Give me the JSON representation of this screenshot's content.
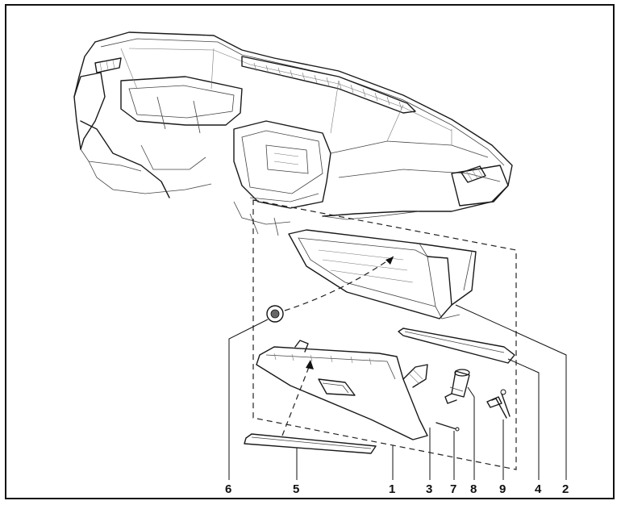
{
  "callouts": [
    {
      "id": "6",
      "label": "6"
    },
    {
      "id": "5",
      "label": "5"
    },
    {
      "id": "1",
      "label": "1"
    },
    {
      "id": "3",
      "label": "3"
    },
    {
      "id": "7",
      "label": "7"
    },
    {
      "id": "8",
      "label": "8"
    },
    {
      "id": "9",
      "label": "9"
    },
    {
      "id": "4",
      "label": "4"
    },
    {
      "id": "2",
      "label": "2"
    }
  ],
  "colors": {
    "line": "#1a1a1a",
    "background": "#ffffff",
    "part_shade": "#6b6b6b"
  }
}
